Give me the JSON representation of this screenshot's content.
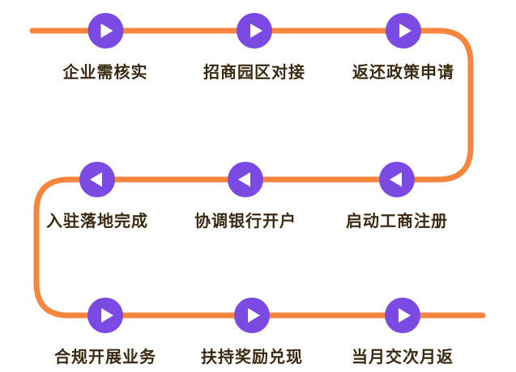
{
  "flow": {
    "rows": [
      {
        "direction": "right",
        "steps": [
          {
            "label": "企业需核实"
          },
          {
            "label": "招商园区对接"
          },
          {
            "label": "返还政策申请"
          }
        ]
      },
      {
        "direction": "left",
        "steps": [
          {
            "label": "入驻落地完成"
          },
          {
            "label": "协调银行开户"
          },
          {
            "label": "启动工商注册"
          }
        ]
      },
      {
        "direction": "right",
        "steps": [
          {
            "label": "合规开展业务"
          },
          {
            "label": "扶持奖励兑现"
          },
          {
            "label": "当月交次月返"
          }
        ]
      }
    ],
    "colors": {
      "line": "#F6853E",
      "node": "#7B4AE2",
      "icon": "#FFFFFF",
      "text": "#3A2A12",
      "background": "#FFFFFF"
    }
  }
}
